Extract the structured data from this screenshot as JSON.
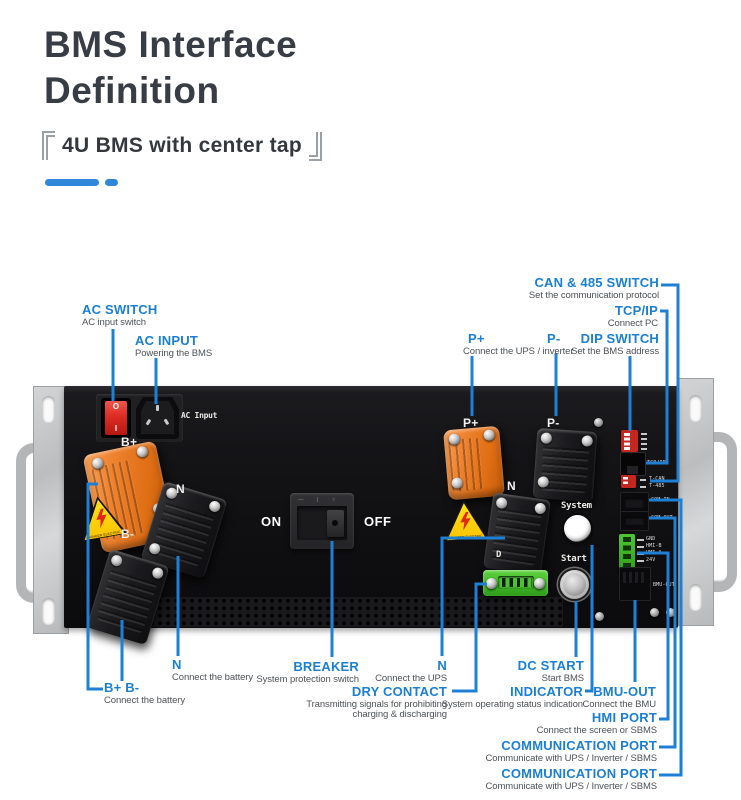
{
  "header": {
    "title_line1": "BMS Interface",
    "title_line2": "Definition",
    "subtitle": "4U BMS with center tap"
  },
  "colors": {
    "callout_blue": "#1b7fd3",
    "line_blue": "#1e80d4",
    "desc_gray": "#4e5256",
    "title_dark": "#383d45",
    "panel_black": "#0f0f11",
    "connector_orange": "#ef8330",
    "warning_yellow": "#fbc400",
    "terminal_green": "#3fb528",
    "switch_red": "#dd2c22"
  },
  "callouts": {
    "ac_switch": {
      "title": "AC SWITCH",
      "desc": "AC input switch"
    },
    "ac_input": {
      "title": "AC INPUT",
      "desc": "Powering the BMS"
    },
    "can485": {
      "title": "CAN & 485 SWITCH",
      "desc": "Set the communication protocol"
    },
    "tcpip": {
      "title": "TCP/IP",
      "desc": "Connect PC"
    },
    "p_plus": {
      "title": "P+",
      "desc": "Connect the UPS / inverter"
    },
    "p_minus": {
      "title": "P-"
    },
    "dip_switch": {
      "title": "DIP SWITCH",
      "desc": "Set the BMS address"
    },
    "b_plus_minus": {
      "title": "B+ B-",
      "desc": "Connect the battery"
    },
    "n_battery": {
      "title": "N",
      "desc": "Connect the battery"
    },
    "breaker": {
      "title": "BREAKER",
      "desc": "System protection switch"
    },
    "dry_contact": {
      "title": "DRY CONTACT",
      "desc": "Transmitting signals for prohibiting charging & discharging"
    },
    "n_ups": {
      "title": "N",
      "desc": "Connect the UPS"
    },
    "dc_start": {
      "title": "DC START",
      "desc": "Start BMS"
    },
    "indicator": {
      "title": "INDICATOR",
      "desc": "System operating status indication"
    },
    "bmu_out": {
      "title": "BMU-OUT",
      "desc": "Connect the BMU"
    },
    "hmi_port": {
      "title": "HMI PORT",
      "desc": "Connect the screen or SBMS"
    },
    "comm_port_1": {
      "title": "COMMUNICATION PORT",
      "desc": "Communicate with UPS / Inverter / SBMS"
    },
    "comm_port_2": {
      "title": "COMMUNICATION PORT",
      "desc": "Communicate with UPS / Inverter / SBMS"
    }
  },
  "device": {
    "ac_input_label": "AC Input",
    "rocker_o": "O",
    "rocker_i": "I",
    "b_plus": "B+",
    "n_left": "N",
    "b_minus": "B-",
    "on": "ON",
    "off": "OFF",
    "breaker_icons": "—  |  ○",
    "p_plus": "P+",
    "p_minus": "P-",
    "n_right": "N",
    "system": "System",
    "start": "Start",
    "dry_label": "D",
    "danger_text": "DANGER ELECTRIC",
    "ports": {
      "tcpip": "TCP/IP",
      "t_can": "T-CAN",
      "t_485": "T-485",
      "com_in": "COM-IN",
      "com_out": "COM-OUT",
      "gnd": "GND",
      "hmi_b": "HMI-B",
      "hmi_a": "HMI-A",
      "v24": "24V",
      "bmu_out": "BMU-OUT"
    }
  }
}
